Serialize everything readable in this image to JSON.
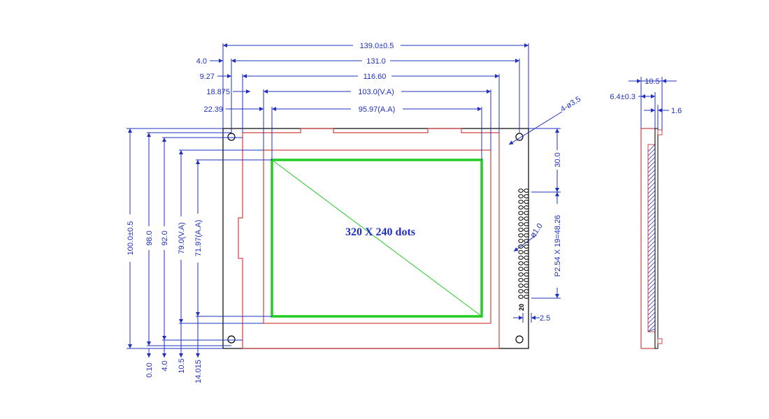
{
  "colors": {
    "dimension": "#1f2fbf",
    "outline": "#000000",
    "bezel": "#d04040",
    "active_area": "#22cc22"
  },
  "front_view": {
    "resolution_label": "320  X  240  dots",
    "top_dims": {
      "overall": "139.0±0.5",
      "hole_pitch": "131.0",
      "hole_offset": "4.0",
      "bezel_width": "116.60",
      "bezel_offset": "9.27",
      "va_width": "103.0(V.A)",
      "va_offset": "18.875",
      "aa_width": "95.97(A.A)",
      "aa_offset": "22.39"
    },
    "left_dims": {
      "overall": "100.0±0.5",
      "hole_pitch": "98.0",
      "bezel_height": "92.0",
      "va_height": "79.0(V.A)",
      "aa_height": "71.97(A.A)"
    },
    "bottom_dims": {
      "d1": "0.10",
      "d2": "4.0",
      "d3": "10.5",
      "d4": "14.015"
    },
    "right_dims": {
      "mount_hole": "4-ø3.5",
      "top_to_pin": "30.0",
      "pin_span": "P2.54 X 19=48.26",
      "pin_hole": "ø1.0",
      "pin_edge": "2.5",
      "pin_count_label": "20"
    }
  },
  "side_view": {
    "thickness": "10.5",
    "module_depth": "6.4±0.3",
    "pcb_thickness": "1.6"
  }
}
